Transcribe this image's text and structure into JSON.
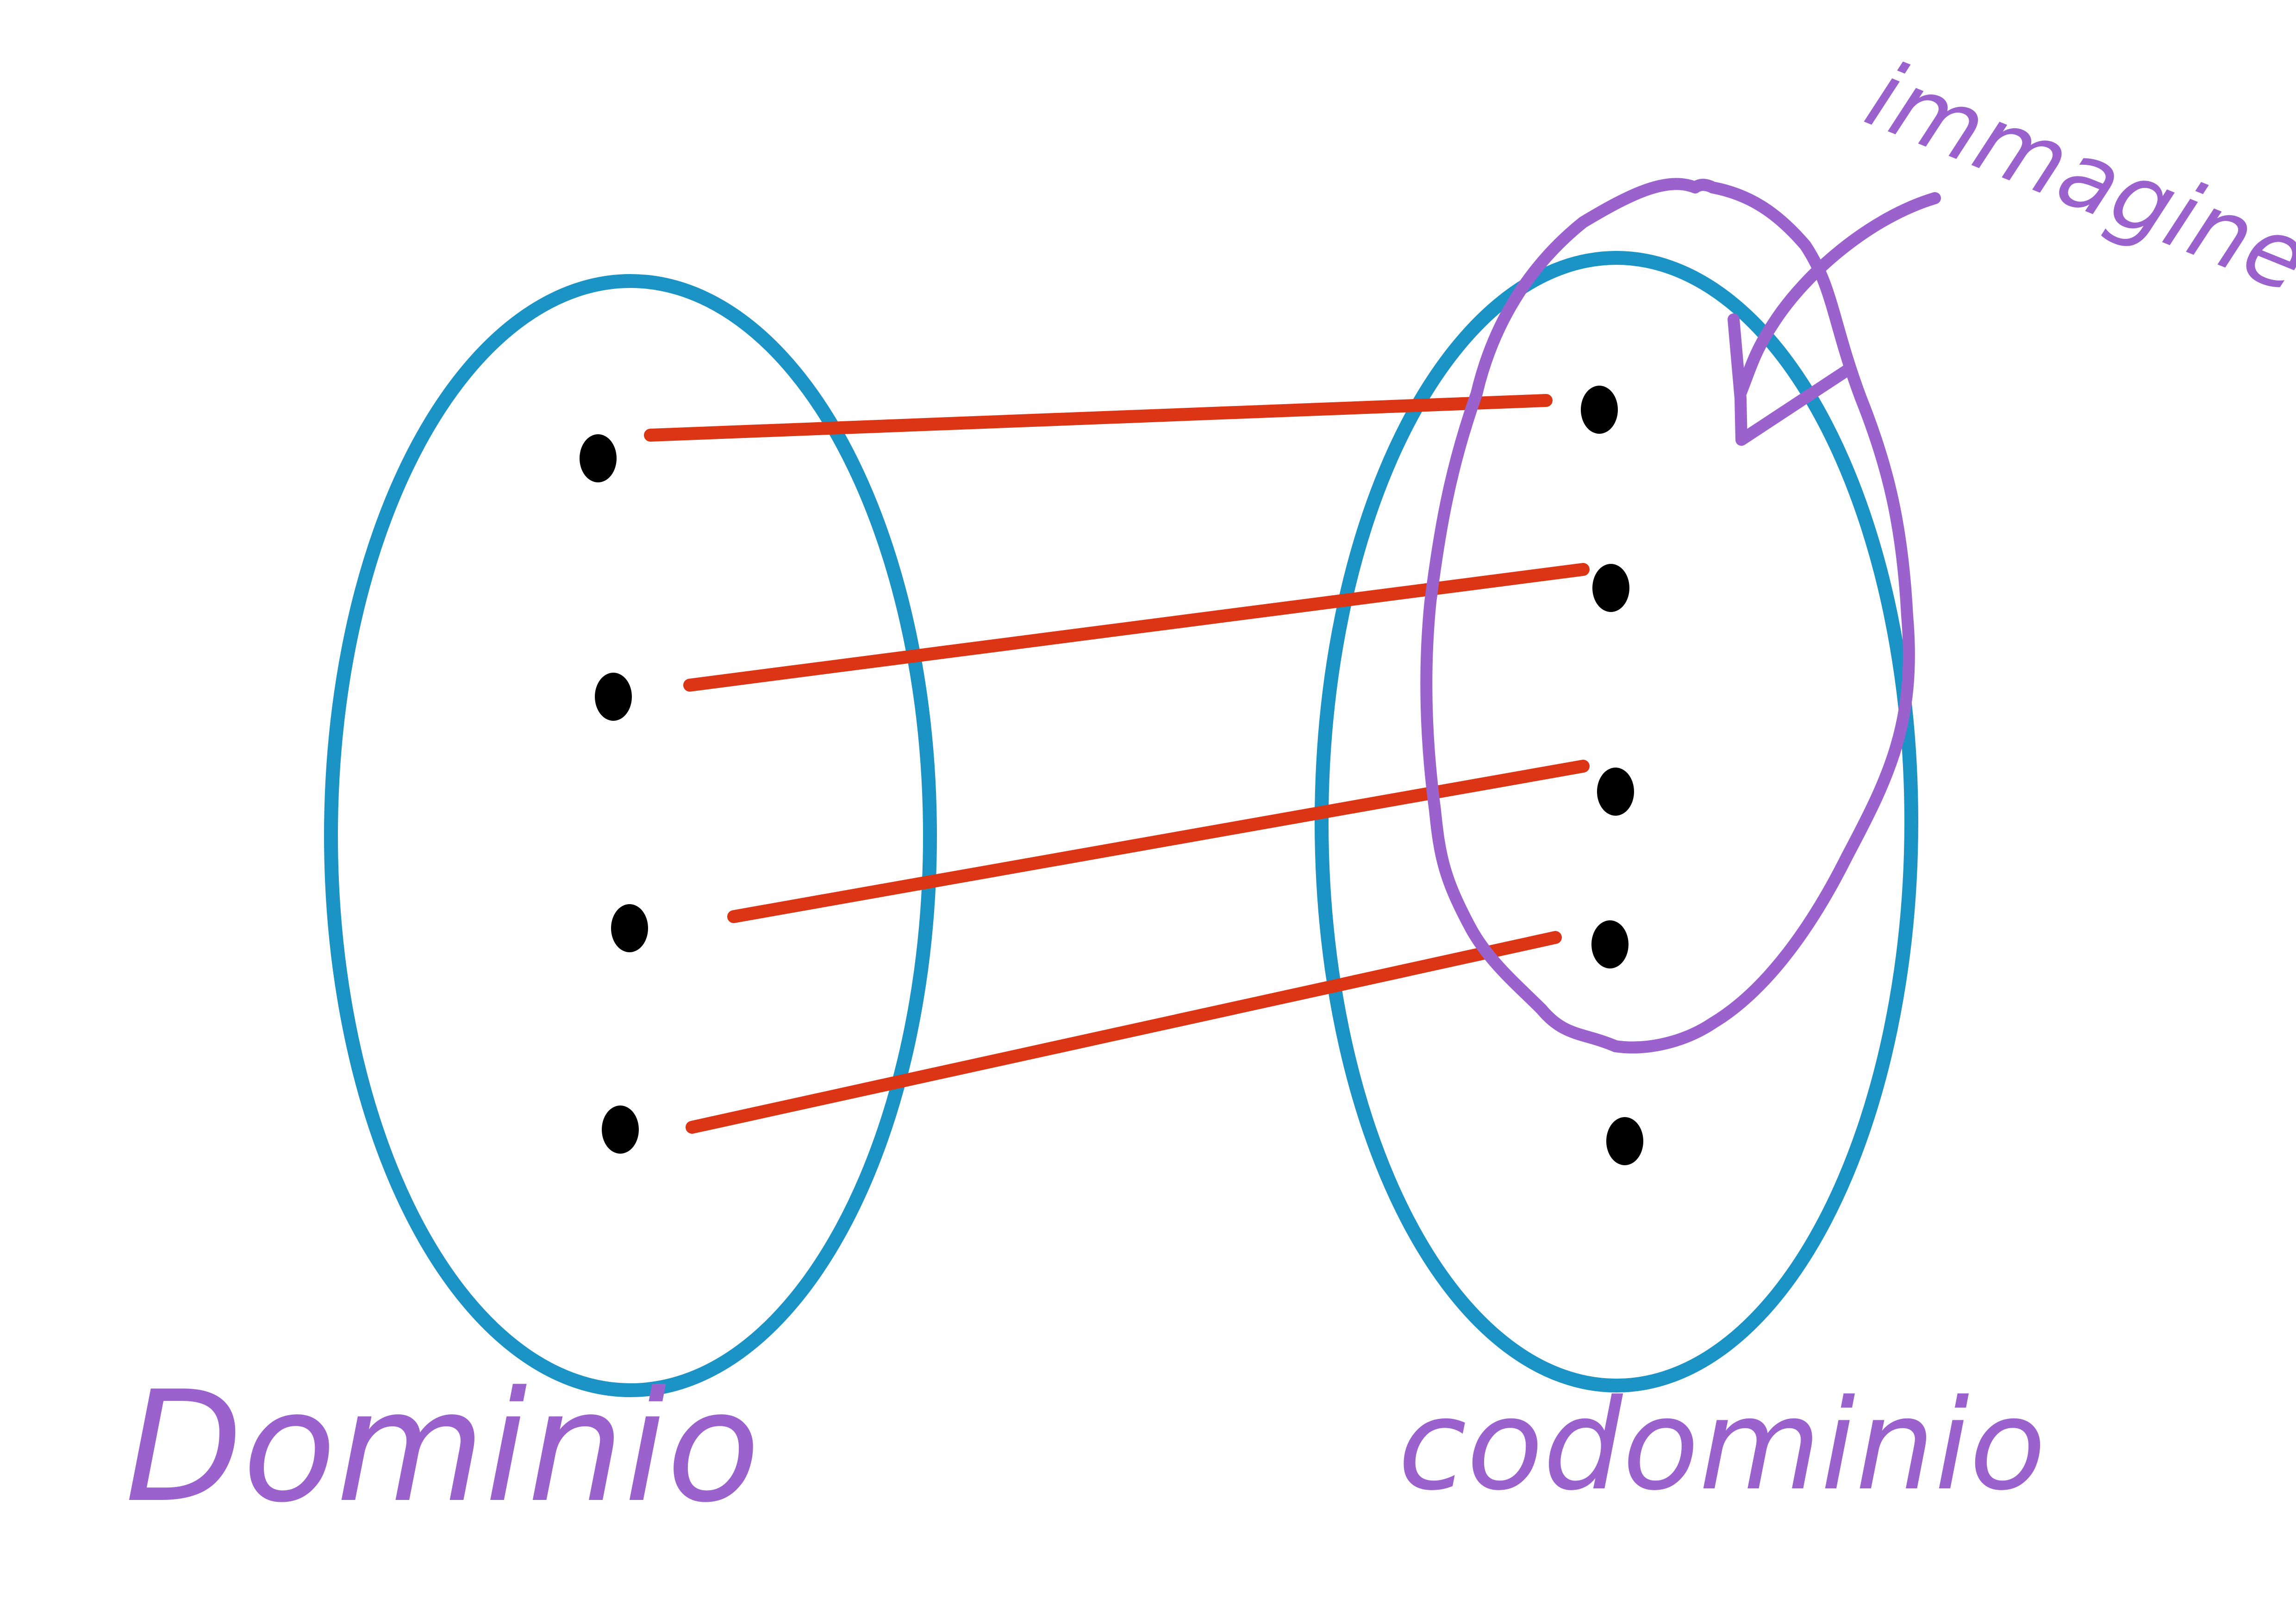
{
  "colors": {
    "set_outline": "#1b93c4",
    "arrow_lines": "#dc3516",
    "labels": "#9b62ce",
    "elements": "#000000",
    "background": "#ffffff"
  },
  "labels": {
    "domain": "Dominio",
    "codomain": "codominio",
    "image": "immagine"
  },
  "sets": {
    "domain": {
      "element_count": 4
    },
    "codomain": {
      "element_count": 5
    }
  },
  "mapping": [
    {
      "from": 1,
      "to": 1
    },
    {
      "from": 2,
      "to": 2
    },
    {
      "from": 3,
      "to": 3
    },
    {
      "from": 4,
      "to": 4
    }
  ],
  "image_region": {
    "contains_codomain_elements": [
      1,
      2,
      3,
      4
    ]
  }
}
